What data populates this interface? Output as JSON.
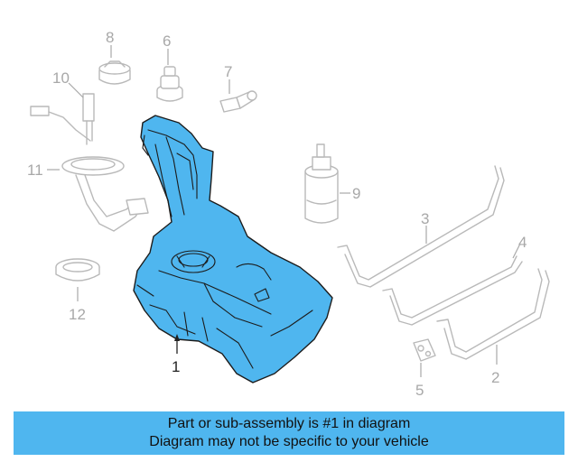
{
  "diagram": {
    "callouts": [
      {
        "id": "1",
        "label": "1"
      },
      {
        "id": "2",
        "label": "2"
      },
      {
        "id": "3",
        "label": "3"
      },
      {
        "id": "4",
        "label": "4"
      },
      {
        "id": "5",
        "label": "5"
      },
      {
        "id": "6",
        "label": "6"
      },
      {
        "id": "7",
        "label": "7"
      },
      {
        "id": "8",
        "label": "8"
      },
      {
        "id": "9",
        "label": "9"
      },
      {
        "id": "10",
        "label": "10"
      },
      {
        "id": "11",
        "label": "11"
      },
      {
        "id": "12",
        "label": "12"
      }
    ],
    "highlight_color": "#4fb6ef"
  },
  "banner": {
    "line1": "Part or sub-assembly is #1 in diagram",
    "line2": "Diagram may not be specific to your vehicle",
    "background": "#4fb6ef"
  }
}
